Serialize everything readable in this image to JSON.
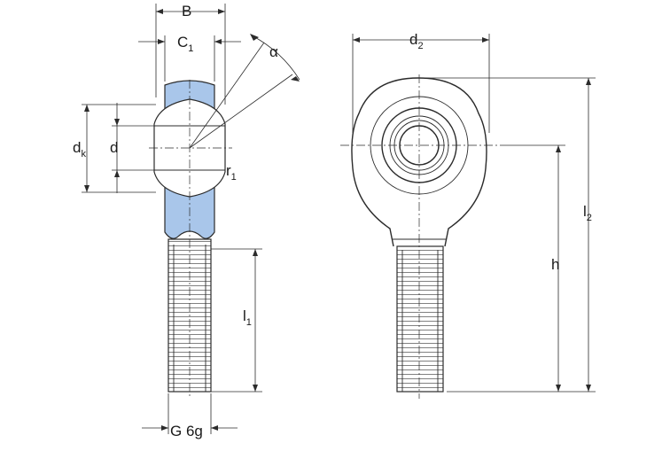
{
  "drawing": {
    "side_view": {
      "labels": {
        "B": "B",
        "C1_base": "C",
        "C1_sub": "1",
        "alpha": "α",
        "dk_base": "d",
        "dk_sub": "k",
        "d": "d",
        "r1_base": "r",
        "r1_sub": "1",
        "l1_base": "l",
        "l1_sub": "1",
        "thread": "G 6g"
      }
    },
    "front_view": {
      "labels": {
        "d2_base": "d",
        "d2_sub": "2",
        "h": "h",
        "l2_base": "l",
        "l2_sub": "2"
      }
    },
    "colors": {
      "housing_fill": "#a9c6ea",
      "line": "#2b2b2b"
    }
  }
}
